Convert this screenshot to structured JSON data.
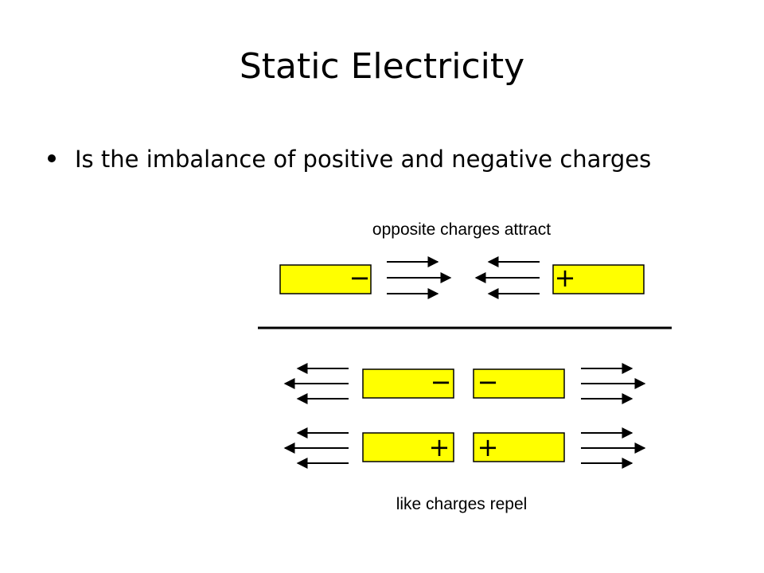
{
  "slide": {
    "title": "Static Electricity",
    "bullets": [
      {
        "text": "Is the imbalance of positive and negative charges"
      }
    ]
  },
  "diagram": {
    "top_caption": "opposite charges attract",
    "bottom_caption": "like charges repel",
    "box_color": "#ffff00",
    "rows": [
      {
        "name": "attract",
        "left_sign": "−",
        "right_sign": "+"
      },
      {
        "name": "repel-negative",
        "left_sign": "−",
        "right_sign": "−"
      },
      {
        "name": "repel-positive",
        "left_sign": "+",
        "right_sign": "+"
      }
    ]
  }
}
